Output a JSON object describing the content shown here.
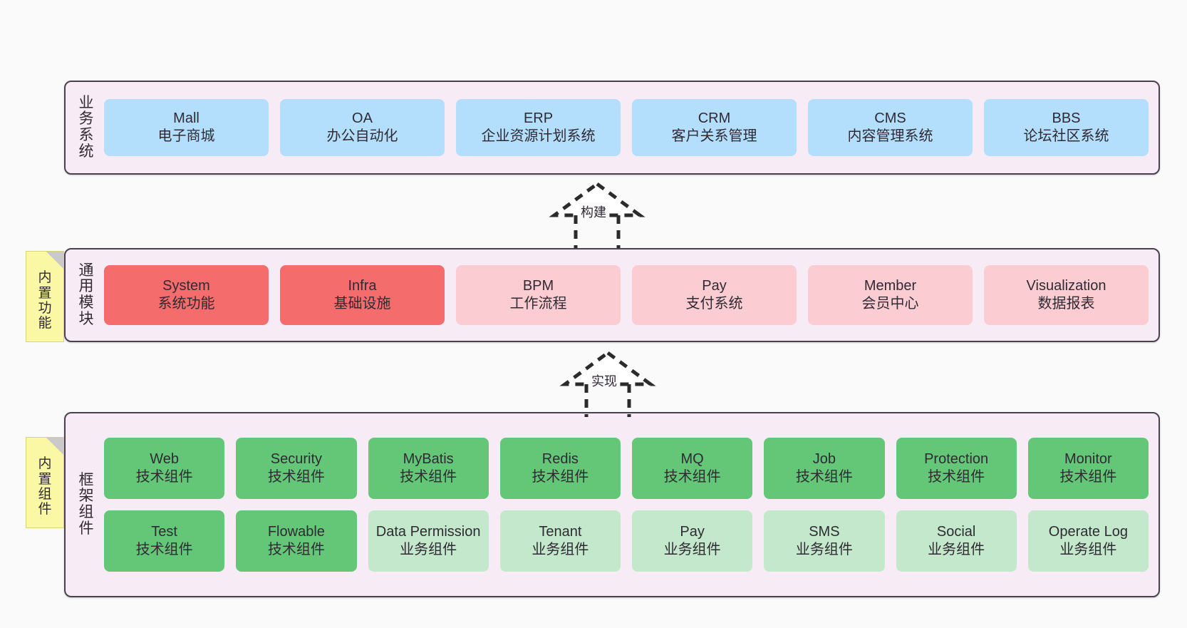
{
  "diagram": {
    "background_color": "#fafafa",
    "layer_background": "#f7ebf6",
    "layer_border": "#4a4050",
    "colors": {
      "business": "#b3dffc",
      "module_core": "#f56c6c",
      "module_optional": "#fbcdd3",
      "tech_component": "#63c777",
      "biz_component": "#c3e8cb",
      "sticky": "#fbf8a5",
      "sticky_fold": "#c9c9c9"
    }
  },
  "layers": [
    {
      "id": "business",
      "title": "业务系统",
      "rows": [
        {
          "nodes": [
            {
              "title": "Mall",
              "sub": "电子商城",
              "color": "c-blue"
            },
            {
              "title": "OA",
              "sub": "办公自动化",
              "color": "c-blue"
            },
            {
              "title": "ERP",
              "sub": "企业资源计划系统",
              "color": "c-blue"
            },
            {
              "title": "CRM",
              "sub": "客户关系管理",
              "color": "c-blue"
            },
            {
              "title": "CMS",
              "sub": "内容管理系统",
              "color": "c-blue"
            },
            {
              "title": "BBS",
              "sub": "论坛社区系统",
              "color": "c-blue"
            }
          ]
        }
      ]
    },
    {
      "id": "modules",
      "title": "通用模块",
      "sticky": "内置功能",
      "rows": [
        {
          "nodes": [
            {
              "title": "System",
              "sub": "系统功能",
              "color": "c-red"
            },
            {
              "title": "Infra",
              "sub": "基础设施",
              "color": "c-red"
            },
            {
              "title": "BPM",
              "sub": "工作流程",
              "color": "c-pink"
            },
            {
              "title": "Pay",
              "sub": "支付系统",
              "color": "c-pink"
            },
            {
              "title": "Member",
              "sub": "会员中心",
              "color": "c-pink"
            },
            {
              "title": "Visualization",
              "sub": "数据报表",
              "color": "c-pink"
            }
          ]
        }
      ]
    },
    {
      "id": "framework",
      "title": "框架组件",
      "sticky": "内置组件",
      "rows": [
        {
          "nodes": [
            {
              "title": "Web",
              "sub": "技术组件",
              "color": "c-green"
            },
            {
              "title": "Security",
              "sub": "技术组件",
              "color": "c-green"
            },
            {
              "title": "MyBatis",
              "sub": "技术组件",
              "color": "c-green"
            },
            {
              "title": "Redis",
              "sub": "技术组件",
              "color": "c-green"
            },
            {
              "title": "MQ",
              "sub": "技术组件",
              "color": "c-green"
            },
            {
              "title": "Job",
              "sub": "技术组件",
              "color": "c-green"
            },
            {
              "title": "Protection",
              "sub": "技术组件",
              "color": "c-green"
            },
            {
              "title": "Monitor",
              "sub": "技术组件",
              "color": "c-green"
            }
          ]
        },
        {
          "nodes": [
            {
              "title": "Test",
              "sub": "技术组件",
              "color": "c-green"
            },
            {
              "title": "Flowable",
              "sub": "技术组件",
              "color": "c-green"
            },
            {
              "title": "Data Permission",
              "sub": "业务组件",
              "color": "c-lightgreen",
              "wrapped": true
            },
            {
              "title": "Tenant",
              "sub": "业务组件",
              "color": "c-lightgreen"
            },
            {
              "title": "Pay",
              "sub": "业务组件",
              "color": "c-lightgreen"
            },
            {
              "title": "SMS",
              "sub": "业务组件",
              "color": "c-lightgreen"
            },
            {
              "title": "Social",
              "sub": "业务组件",
              "color": "c-lightgreen"
            },
            {
              "title": "Operate Log",
              "sub": "业务组件",
              "color": "c-lightgreen"
            }
          ]
        }
      ]
    }
  ],
  "connectors": [
    {
      "id": "build",
      "label": "构建"
    },
    {
      "id": "implement",
      "label": "实现"
    }
  ]
}
